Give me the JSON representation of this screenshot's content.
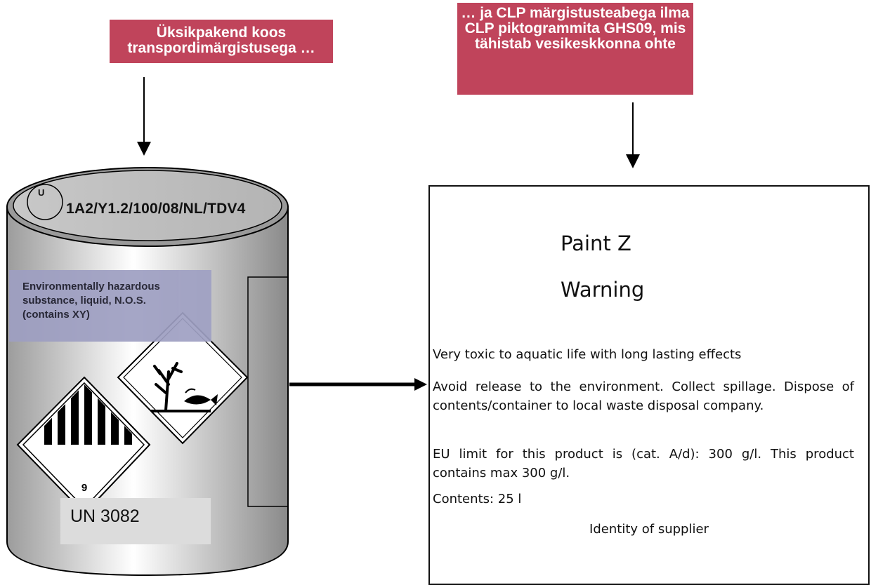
{
  "callouts": {
    "left": {
      "lines": [
        "Üksikpakend koos",
        "transpordimärgistusega …"
      ]
    },
    "right": {
      "lines": [
        "… ja CLP märgistusteabega ilma",
        "CLP piktogrammita GHS09, mis",
        "tähistab vesikeskkonna ohte"
      ]
    },
    "color": "#c0445b"
  },
  "can": {
    "un_packaging_symbol": "U",
    "packaging_code": "1A2/Y1.2/100/08/NL/TDV4",
    "hazard_description": [
      "Environmentally hazardous",
      "substance, liquid, N.O.S.",
      "(contains XY)"
    ],
    "class_label_number": "9",
    "un_number": "UN 3082",
    "icons": [
      "class-9-diamond-icon",
      "environment-hazard-diamond-icon"
    ]
  },
  "label": {
    "product_name": "Paint Z",
    "signal_word": "Warning",
    "hazard_statement": "Very toxic to aquatic life with long lasting effects",
    "precautionary_statements": "Avoid release to the environment. Collect spillage. Dispose of contents/container to local waste disposal company.",
    "eu_limit": "EU limit for this product is (cat. A/d): 300 g/l. This product contains max 300 g/l.",
    "contents": "Contents: 25 l",
    "supplier": "Identity of supplier"
  }
}
